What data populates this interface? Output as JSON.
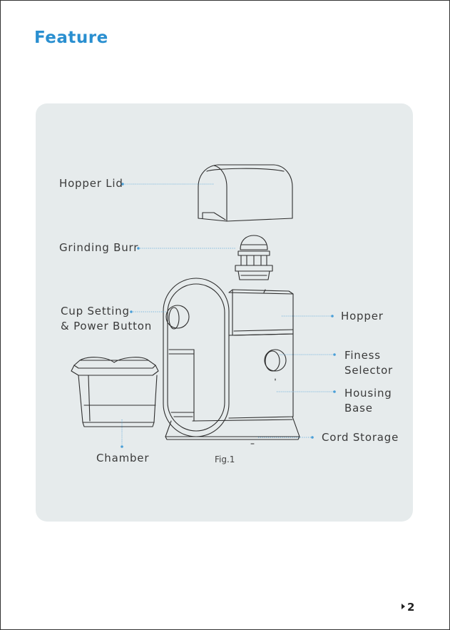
{
  "page": {
    "title": "Feature",
    "figure_caption": "Fig.1",
    "page_number": "2"
  },
  "labels": {
    "hopper_lid": "Hopper Lid",
    "grinding_burr": "Grinding Burr",
    "cup_setting_line1": "Cup Setting",
    "cup_setting_line2": "& Power Button",
    "hopper": "Hopper",
    "finess_line1": "Finess",
    "finess_line2": "Selector",
    "housing_line1": "Housing",
    "housing_line2": "Base",
    "cord_storage": "Cord Storage",
    "chamber": "Chamber"
  },
  "colors": {
    "title": "#2a8fd0",
    "panel_bg": "#e6ebec",
    "leader_line": "#4a9fd8",
    "drawing_stroke": "#2e2e2e"
  }
}
